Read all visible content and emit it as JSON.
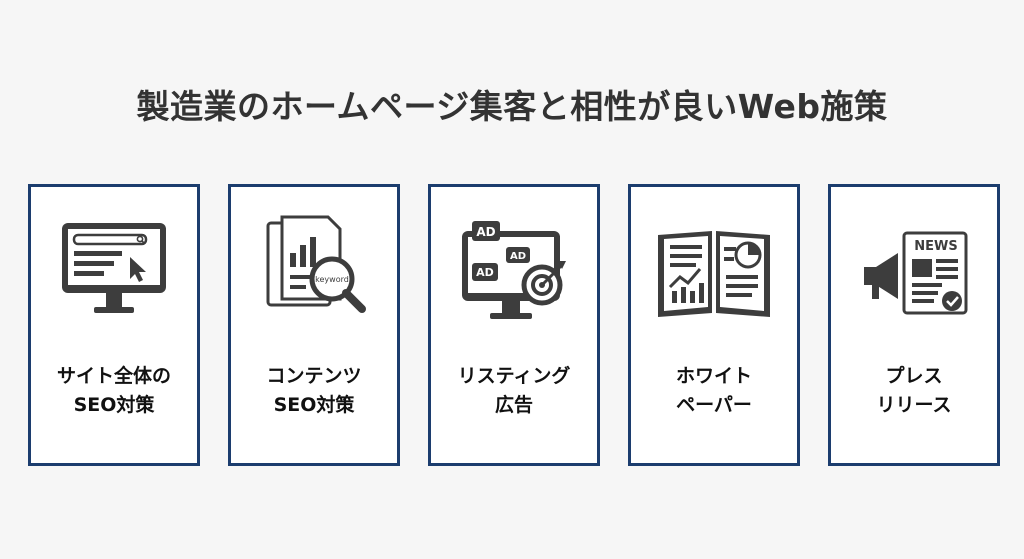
{
  "title": "製造業のホームページ集客と相性が良いWeb施策",
  "colors": {
    "border": "#1c3d6e",
    "icon": "#3d3d3d",
    "background": "#f6f6f6"
  },
  "cards": [
    {
      "icon": "monitor-search-cursor-icon",
      "line1": "サイト全体の",
      "line2": "SEO対策"
    },
    {
      "icon": "documents-magnifier-icon",
      "line1": "コンテンツ",
      "line2": "SEO対策",
      "icon_text": "keyword"
    },
    {
      "icon": "ad-target-monitor-icon",
      "line1": "リスティング",
      "line2": "広告",
      "ad_labels": [
        "AD",
        "AD",
        "AD"
      ]
    },
    {
      "icon": "open-report-book-icon",
      "line1": "ホワイト",
      "line2": "ペーパー"
    },
    {
      "icon": "megaphone-news-icon",
      "line1": "プレス",
      "line2": "リリース",
      "icon_text": "NEWS"
    }
  ]
}
